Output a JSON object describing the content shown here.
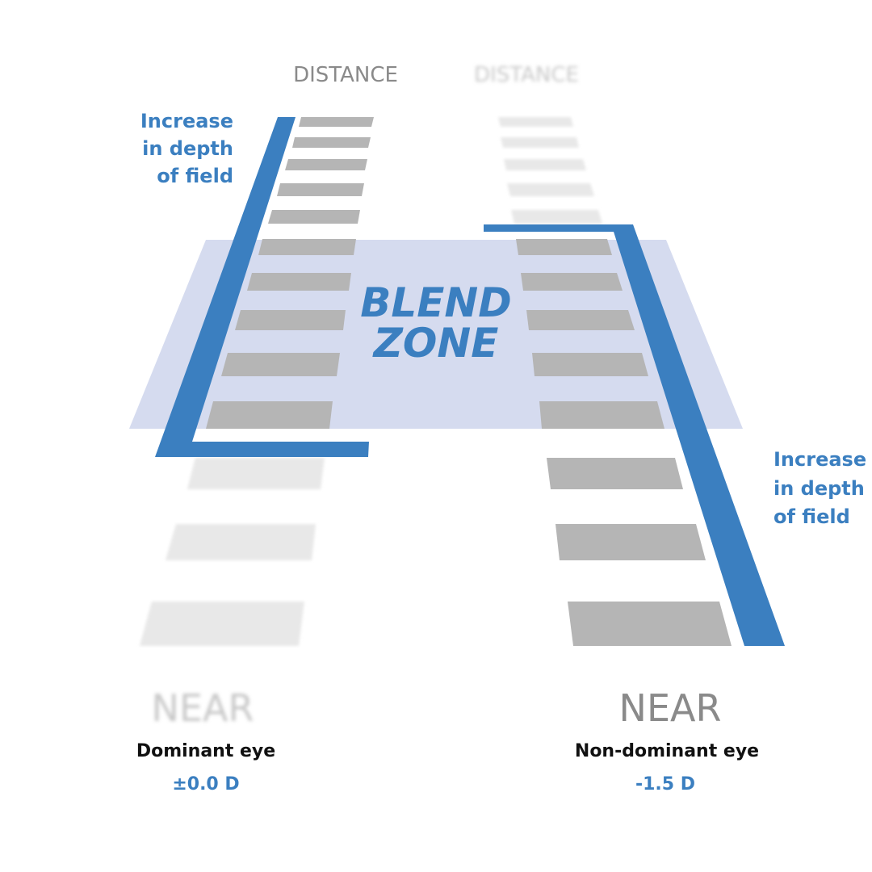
{
  "diagram": {
    "left_eye": {
      "distance_label": "DISTANCE",
      "near_label": "NEAR",
      "eye_label": "Dominant eye",
      "power": "±0.0 D",
      "dof_label_lines": [
        "Increase",
        "in depth",
        "of field"
      ],
      "sharp_range": "distance",
      "distance_label_sharp": true,
      "near_label_sharp": false
    },
    "right_eye": {
      "distance_label": "DISTANCE",
      "near_label": "NEAR",
      "eye_label": "Non-dominant eye",
      "power": "-1.5 D",
      "dof_label_lines": [
        "Increase",
        "in depth",
        "of field"
      ],
      "sharp_range": "near",
      "distance_label_sharp": false,
      "near_label_sharp": true
    },
    "blend_zone": {
      "title_lines": [
        "BLEND",
        "ZONE"
      ]
    },
    "colors": {
      "accent_blue": "#3b7fc0",
      "blend_zone_fill": "#d5dbef",
      "bar_sharp": "#b5b5b5",
      "bar_blurred": "#e8e8e8",
      "label_gray": "#8a8a8a",
      "label_blurred": "#c8c8c8",
      "text_dark": "#111111"
    }
  }
}
